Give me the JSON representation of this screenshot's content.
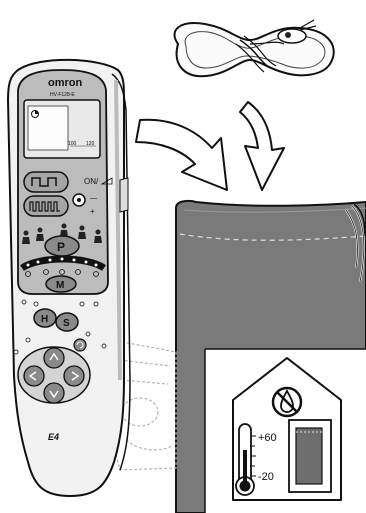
{
  "device": {
    "brand": "omron",
    "model": "HV-F128-E",
    "lcd_scale_a": "100",
    "lcd_scale_b": "120",
    "onoff": "ON/",
    "btn_p": "P",
    "btn_m": "M",
    "btn_h": "H",
    "btn_s": "S",
    "tag": "E4"
  },
  "card": {
    "temp_max": "+60",
    "temp_min": "-20"
  }
}
